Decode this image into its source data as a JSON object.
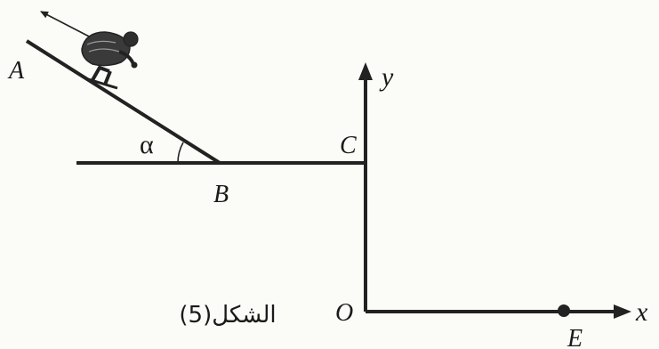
{
  "figure": {
    "points": {
      "A": "A",
      "B": "B",
      "C": "C",
      "O": "O",
      "E": "E"
    },
    "angle_label": "α",
    "axes": {
      "x": "x",
      "y": "y"
    },
    "caption": "الشكل(5)",
    "icons": {
      "skier": "skier-icon",
      "motion_arrow": "arrow-icon"
    }
  }
}
